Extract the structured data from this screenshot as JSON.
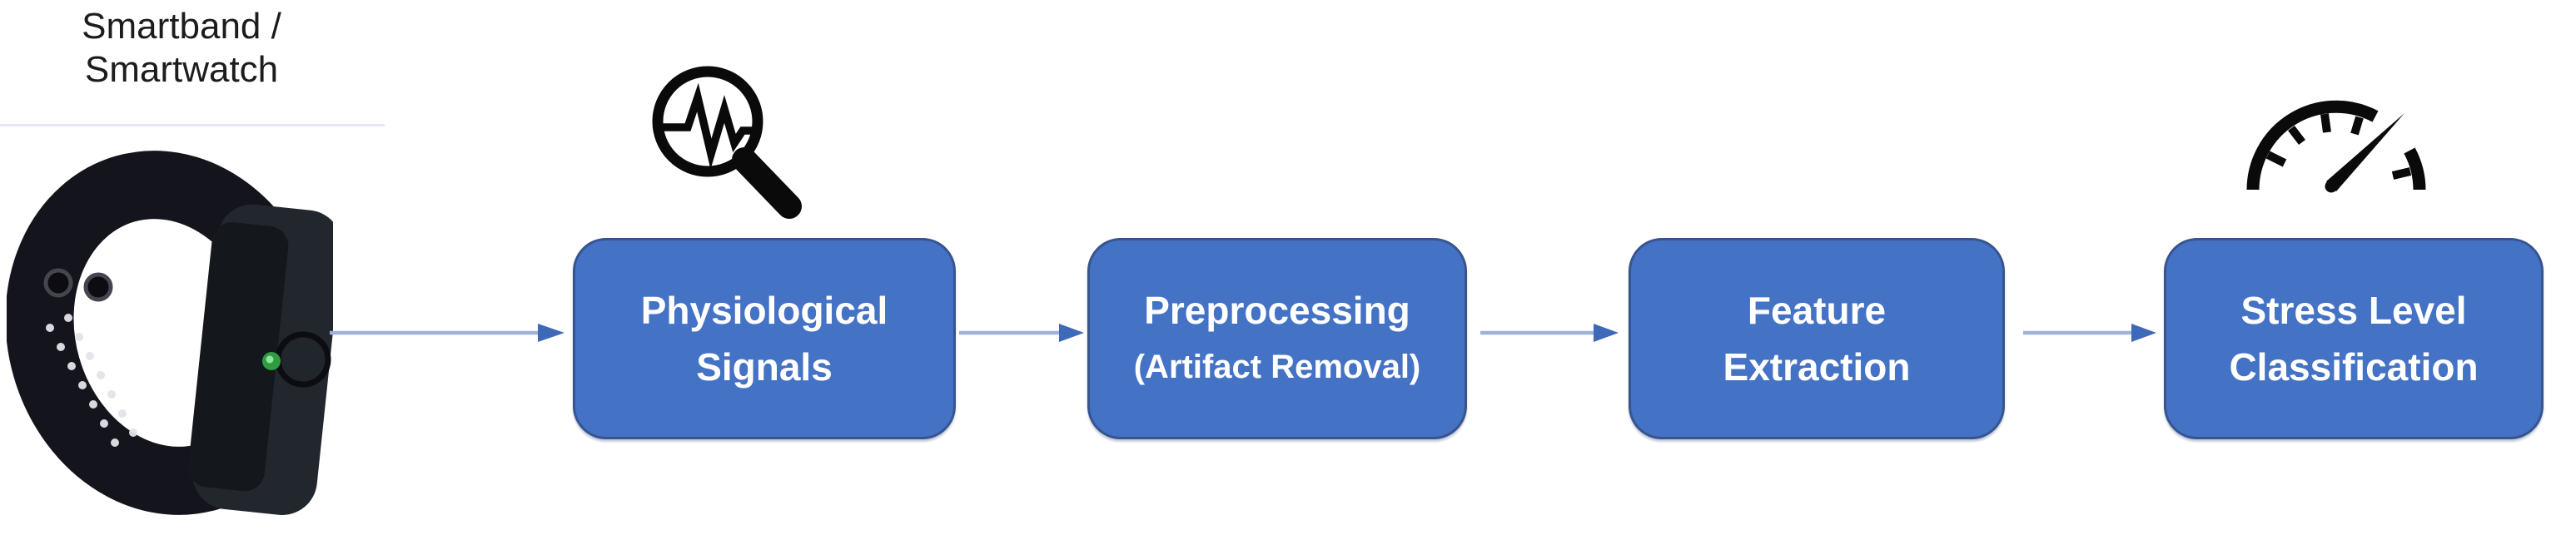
{
  "figure": {
    "type": "flow-diagram",
    "description_visible_elements": "smartwatch photo, four rounded process boxes, connector arrows, two black icons"
  },
  "colors": {
    "background": "#ffffff",
    "box_fill": "#4472C4",
    "box_border": "#38548F",
    "box_text": "#ffffff",
    "arrow_line": "#9FB1DA",
    "arrow_head": "#3E68B8",
    "icon_black": "#0a0a0a",
    "label_text": "#1c1c1c",
    "watch_band": "#14141d",
    "watch_body": "#22262d",
    "led_green": "#2f9c42"
  },
  "device": {
    "label_line1": "Smartband /",
    "label_line2": "Smartwatch"
  },
  "steps": [
    {
      "line1": "Physiological",
      "line2": "Signals"
    },
    {
      "line1": "Preprocessing",
      "line2": "(Artifact Removal)"
    },
    {
      "line1": "Feature",
      "line2": "Extraction"
    },
    {
      "line1": "Stress Level",
      "line2": "Classification"
    }
  ],
  "icons": {
    "pulse_magnifier": "pulse-magnifier-icon",
    "speedometer": "speedometer-icon",
    "smartwatch_photo": "smartwatch-photo"
  }
}
